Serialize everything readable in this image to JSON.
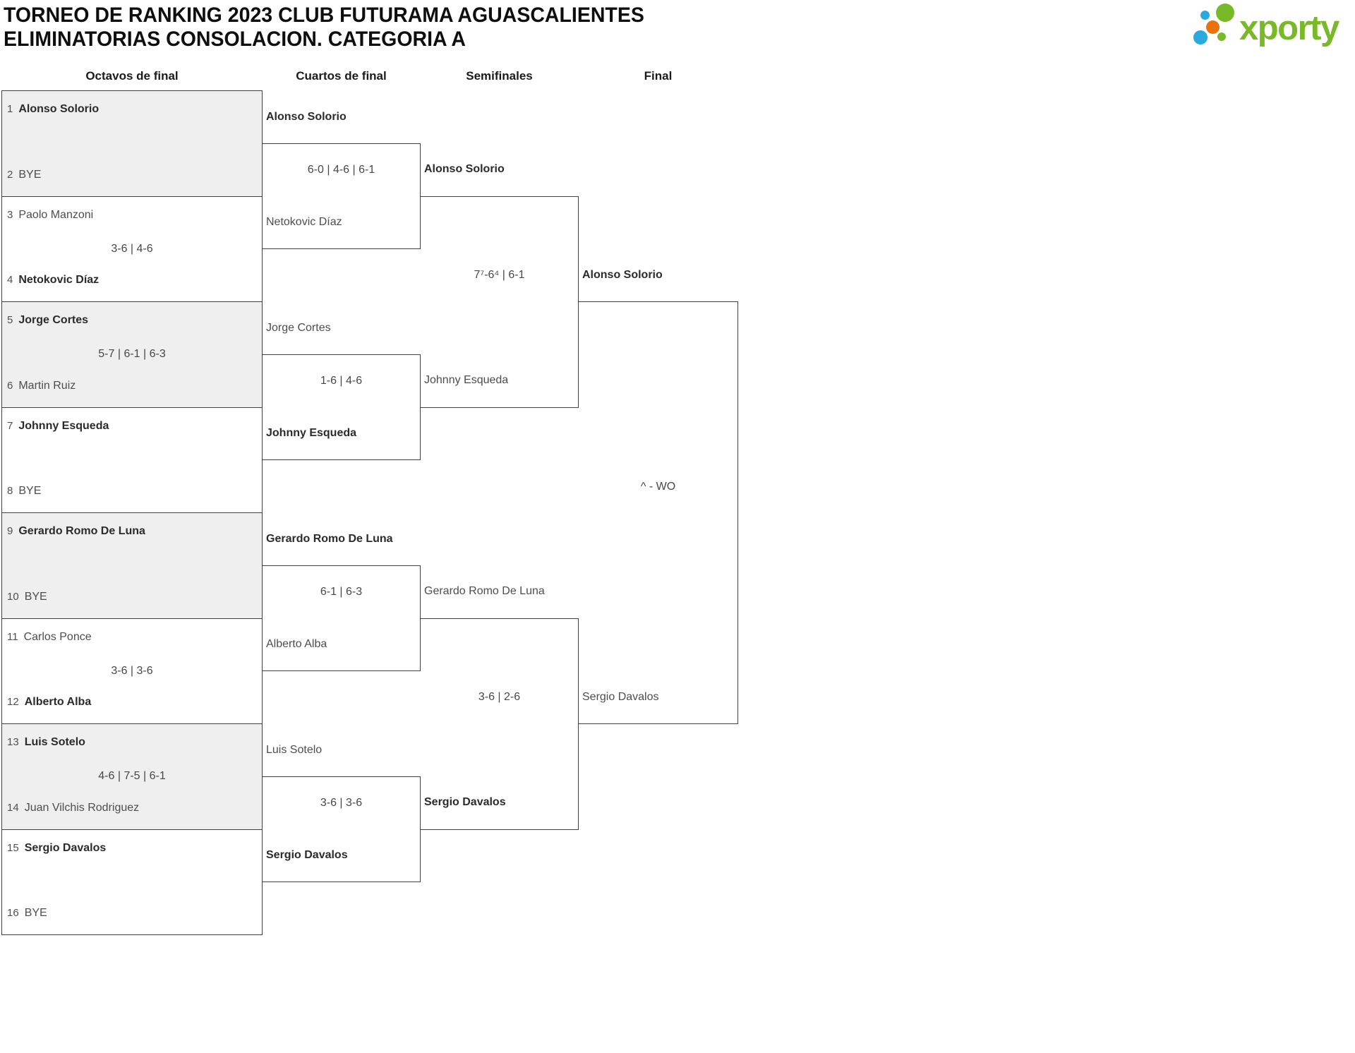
{
  "header": {
    "title_line1": "TORNEO DE RANKING 2023 CLUB FUTURAMA AGUASCALIENTES",
    "title_line2": "ELIMINATORIAS CONSOLACION. CATEGORIA A"
  },
  "logo": {
    "text": "xporty",
    "colors": {
      "green": "#79b928",
      "blue": "#29abe2",
      "orange": "#e8730d"
    }
  },
  "columns": {
    "r16": "Octavos de final",
    "qf": "Cuartos de final",
    "sf": "Semifinales",
    "final": "Final"
  },
  "rounds": {
    "r16": [
      {
        "p1": {
          "seed": "1",
          "name": "Alonso Solorio",
          "winner": true
        },
        "p2": {
          "seed": "2",
          "name": "BYE",
          "winner": false
        },
        "score": ""
      },
      {
        "p1": {
          "seed": "3",
          "name": "Paolo Manzoni",
          "winner": false
        },
        "p2": {
          "seed": "4",
          "name": "Netokovic Díaz",
          "winner": true
        },
        "score": "3-6 | 4-6"
      },
      {
        "p1": {
          "seed": "5",
          "name": "Jorge Cortes",
          "winner": true
        },
        "p2": {
          "seed": "6",
          "name": "Martin Ruiz",
          "winner": false
        },
        "score": "5-7 | 6-1 | 6-3"
      },
      {
        "p1": {
          "seed": "7",
          "name": "Johnny Esqueda",
          "winner": true
        },
        "p2": {
          "seed": "8",
          "name": "BYE",
          "winner": false
        },
        "score": ""
      },
      {
        "p1": {
          "seed": "9",
          "name": "Gerardo Romo De Luna",
          "winner": true
        },
        "p2": {
          "seed": "10",
          "name": "BYE",
          "winner": false
        },
        "score": ""
      },
      {
        "p1": {
          "seed": "11",
          "name": "Carlos Ponce",
          "winner": false
        },
        "p2": {
          "seed": "12",
          "name": "Alberto Alba",
          "winner": true
        },
        "score": "3-6 | 3-6"
      },
      {
        "p1": {
          "seed": "13",
          "name": "Luis Sotelo",
          "winner": true
        },
        "p2": {
          "seed": "14",
          "name": "Juan Vilchis Rodriguez",
          "winner": false
        },
        "score": "4-6 | 7-5 | 6-1"
      },
      {
        "p1": {
          "seed": "15",
          "name": "Sergio Davalos",
          "winner": true
        },
        "p2": {
          "seed": "16",
          "name": "BYE",
          "winner": false
        },
        "score": ""
      }
    ],
    "qf": [
      {
        "p1": {
          "name": "Alonso Solorio",
          "winner": true
        },
        "p2": {
          "name": "Netokovic Díaz",
          "winner": false
        },
        "score": "6-0 | 4-6 | 6-1"
      },
      {
        "p1": {
          "name": "Jorge Cortes",
          "winner": false
        },
        "p2": {
          "name": "Johnny Esqueda",
          "winner": true
        },
        "score": "1-6 | 4-6"
      },
      {
        "p1": {
          "name": "Gerardo Romo De Luna",
          "winner": true
        },
        "p2": {
          "name": "Alberto Alba",
          "winner": false
        },
        "score": "6-1 | 6-3"
      },
      {
        "p1": {
          "name": "Luis Sotelo",
          "winner": false
        },
        "p2": {
          "name": "Sergio Davalos",
          "winner": true
        },
        "score": "3-6 | 3-6"
      }
    ],
    "sf": [
      {
        "p1": {
          "name": "Alonso Solorio",
          "winner": true
        },
        "p2": {
          "name": "Johnny Esqueda",
          "winner": false
        },
        "score": "7⁷-6⁴ | 6-1"
      },
      {
        "p1": {
          "name": "Gerardo Romo De Luna",
          "winner": false
        },
        "p2": {
          "name": "Sergio Davalos",
          "winner": true
        },
        "score": "3-6 | 2-6"
      }
    ],
    "final": {
      "p1": {
        "name": "Alonso Solorio",
        "winner": true
      },
      "p2": {
        "name": "Sergio Davalos",
        "winner": false
      },
      "score": "^ - WO"
    }
  }
}
